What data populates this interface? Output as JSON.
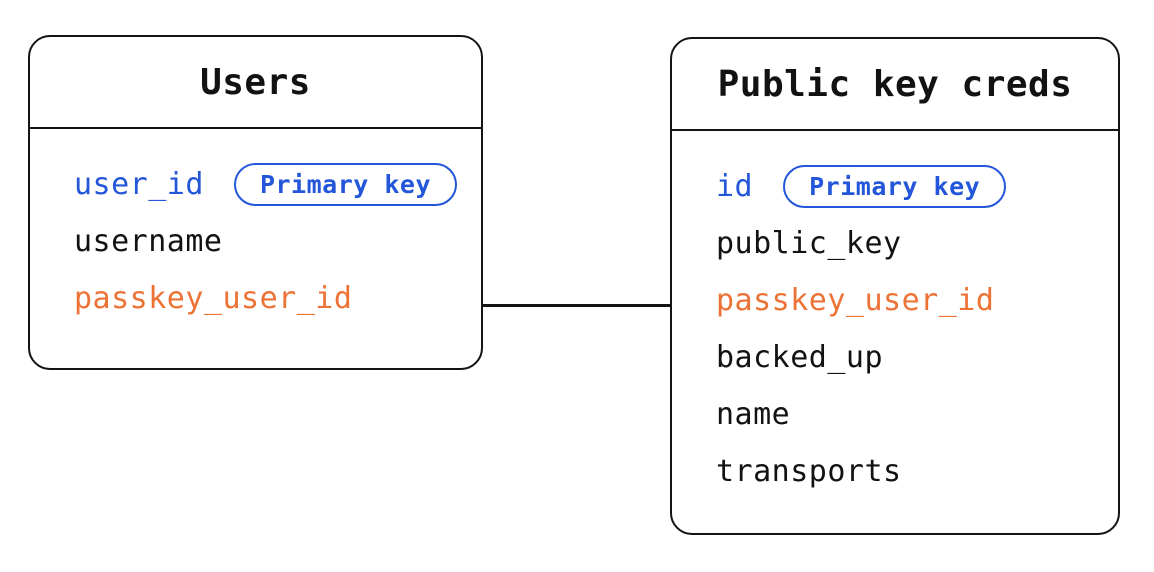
{
  "diagram": {
    "type": "entity-relationship",
    "tables": [
      {
        "id": "users",
        "title": "Users",
        "fields": [
          {
            "name": "user_id",
            "role": "primary-key",
            "badge": "Primary key"
          },
          {
            "name": "username",
            "role": "normal"
          },
          {
            "name": "passkey_user_id",
            "role": "foreign-key"
          }
        ]
      },
      {
        "id": "public-key-creds",
        "title": "Public key creds",
        "fields": [
          {
            "name": "id",
            "role": "primary-key",
            "badge": "Primary key"
          },
          {
            "name": "public_key",
            "role": "normal"
          },
          {
            "name": "passkey_user_id",
            "role": "foreign-key"
          },
          {
            "name": "backed_up",
            "role": "normal"
          },
          {
            "name": "name",
            "role": "normal"
          },
          {
            "name": "transports",
            "role": "normal"
          }
        ]
      }
    ],
    "relationship": {
      "from": "Users.passkey_user_id",
      "to": "Public key creds.passkey_user_id",
      "style": "straight-line"
    },
    "colors": {
      "primary_key": "#2356d8",
      "foreign_key": "#ed7236",
      "field_text": "#121212",
      "border": "#141414",
      "background": "#ffffff"
    }
  }
}
